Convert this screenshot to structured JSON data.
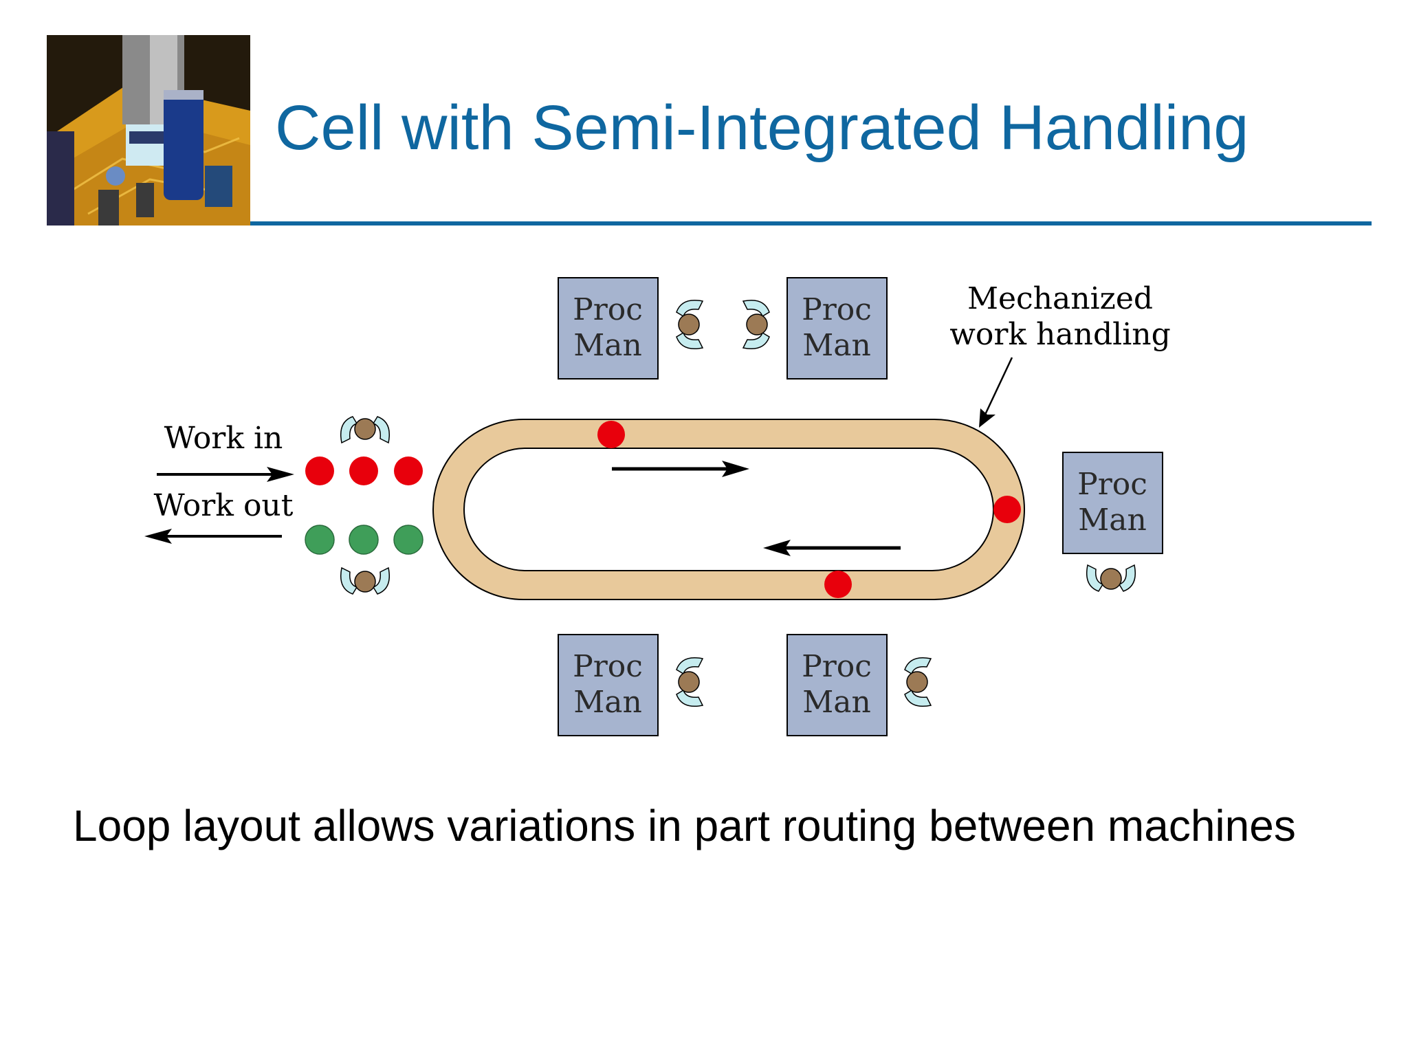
{
  "slide": {
    "title": "Cell with Semi-Integrated Handling",
    "caption": "Loop  layout allows variations in part routing between machines"
  },
  "diagram": {
    "machine_label_line1": "Proc",
    "machine_label_line2": "Man",
    "machine_count": 5,
    "callout_line1": "Mechanized",
    "callout_line2": "work handling",
    "work_in_label": "Work in",
    "work_out_label": "Work out",
    "colors": {
      "machine_fill": "#a6b4cf",
      "track_fill": "#e8c99b",
      "part_in": "#e8000c",
      "part_out": "#3f9e59",
      "worker_body": "#9c7a55",
      "worker_arms": "#c6ecef",
      "title": "#0f67a0"
    },
    "icons": [
      "red-part-dot",
      "green-part-dot",
      "worker-icon",
      "arrow-icon"
    ]
  }
}
